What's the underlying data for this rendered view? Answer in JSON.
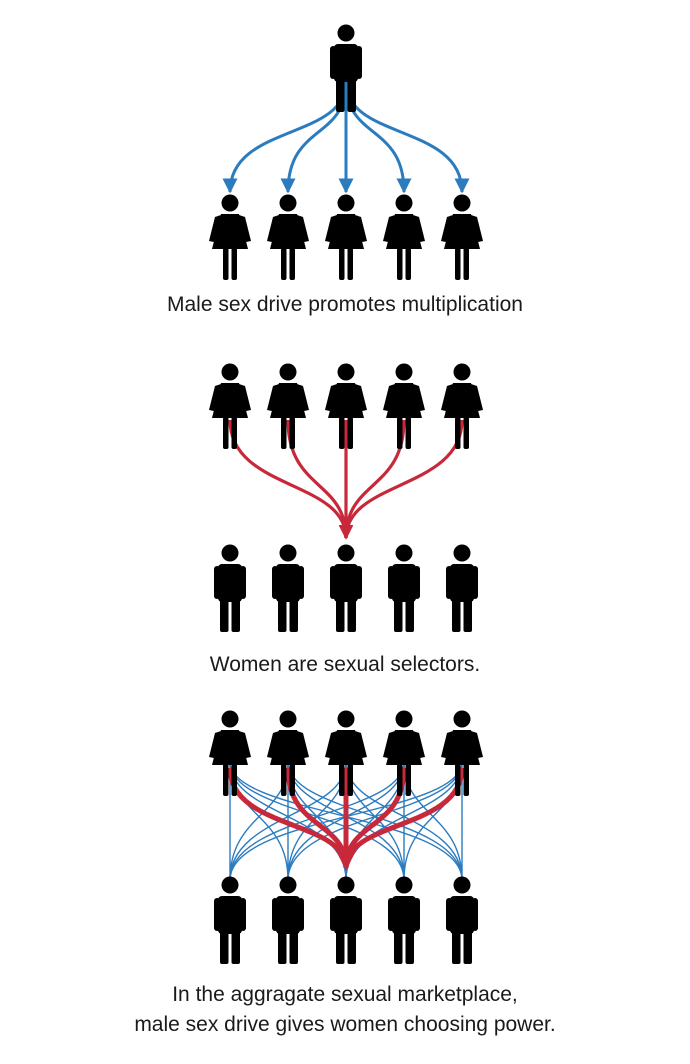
{
  "colors": {
    "figure": "#000000",
    "male_arrow": "#2b7bbf",
    "female_arrow": "#c8293a",
    "caption_text": "#1a1a1a",
    "background": "#ffffff"
  },
  "panels": [
    {
      "caption_lines": [
        "Male sex drive promotes multiplication"
      ],
      "top_icon": "man-icon",
      "bottom_icon": "woman-icon",
      "top_count": 1,
      "bottom_count": 5,
      "arrow_color": "male_arrow"
    },
    {
      "caption_lines": [
        "Women are sexual selectors."
      ],
      "top_icon": "woman-icon",
      "bottom_icon": "man-icon",
      "top_count": 5,
      "bottom_count": 5,
      "arrow_color": "female_arrow"
    },
    {
      "caption_lines": [
        "In the aggragate sexual marketplace,",
        "male sex drive gives women choosing power."
      ],
      "top_icon": "woman-icon",
      "bottom_icon": "man-icon",
      "top_count": 5,
      "bottom_count": 5,
      "arrow_color": "female_arrow",
      "secondary_arrow_color": "male_arrow"
    }
  ]
}
